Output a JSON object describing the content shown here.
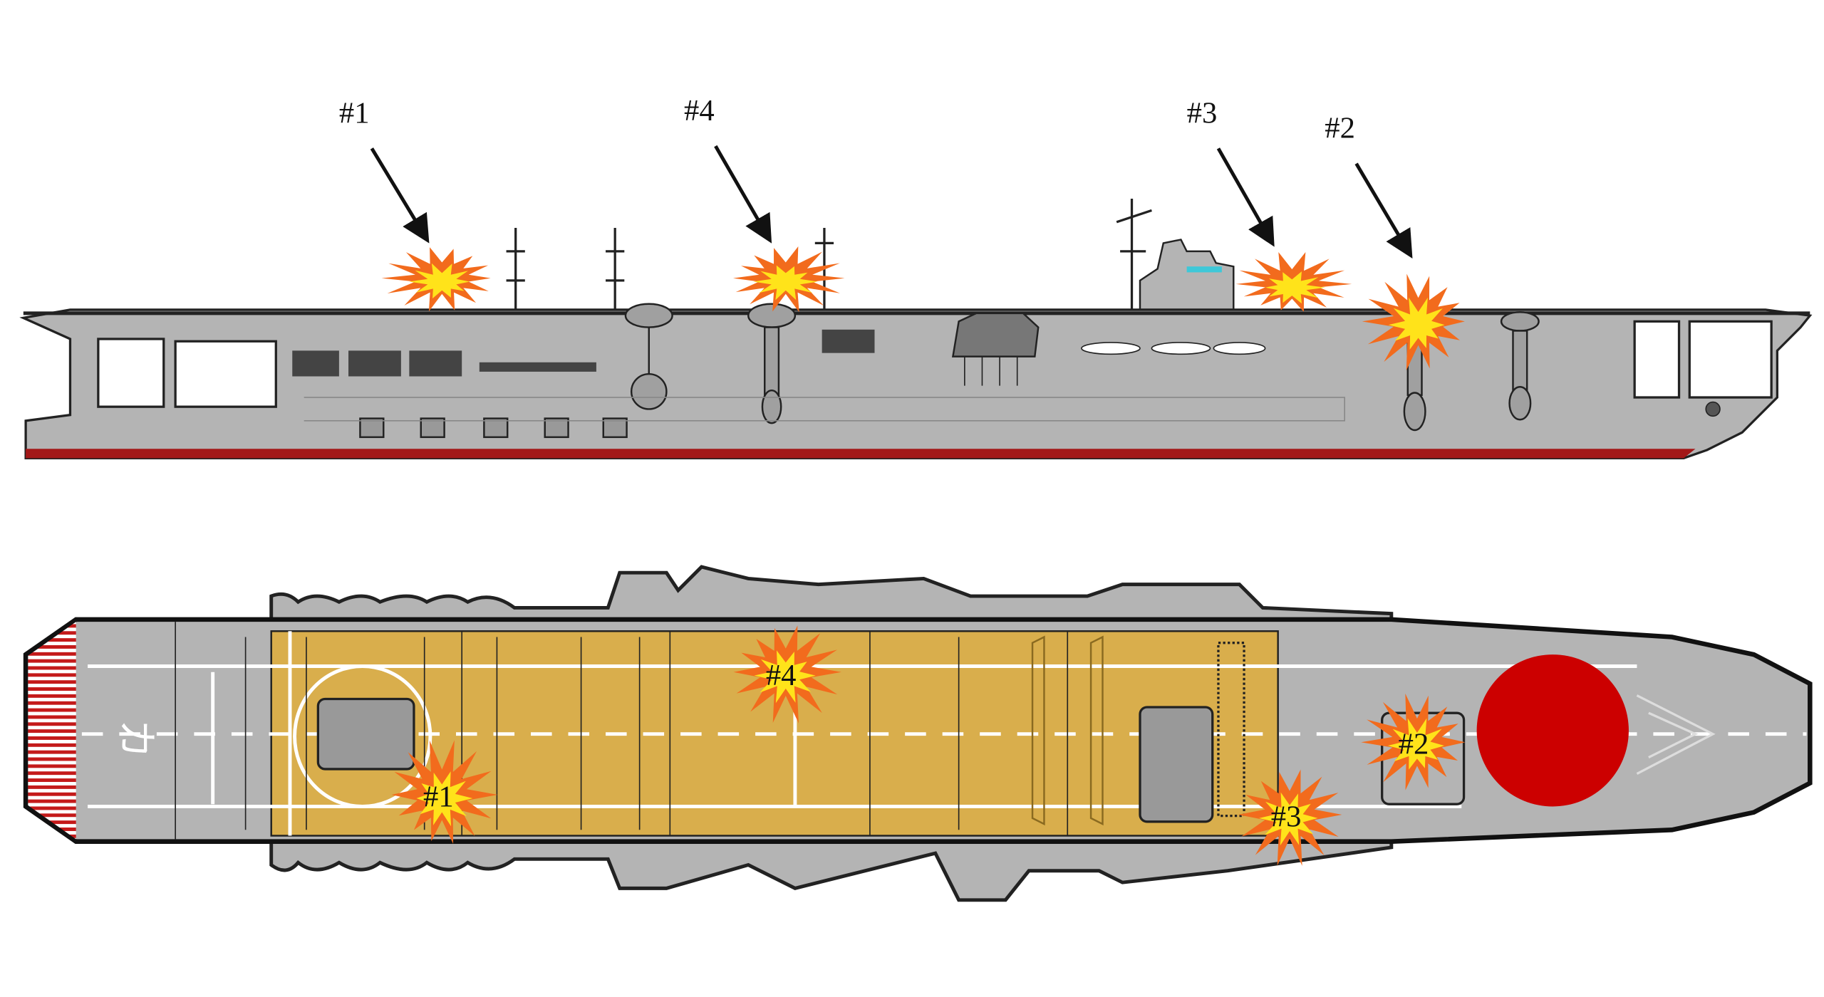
{
  "diagram": {
    "ship_views": [
      "side-profile",
      "flight-deck-plan"
    ],
    "hull_marking": "カ",
    "colors": {
      "hull_gray": "#b4b4b4",
      "deck_wood": "#d9ae4c",
      "boot_topping": "#a31818",
      "hinomaru": "#cc0000",
      "explosion_outer": "#f26b1d",
      "explosion_inner": "#ffe31a"
    },
    "profile_hits": [
      {
        "label": "#1"
      },
      {
        "label": "#4"
      },
      {
        "label": "#3"
      },
      {
        "label": "#2"
      }
    ],
    "plan_hits": [
      {
        "label": "#4"
      },
      {
        "label": "#1"
      },
      {
        "label": "#2"
      },
      {
        "label": "#3"
      }
    ]
  }
}
